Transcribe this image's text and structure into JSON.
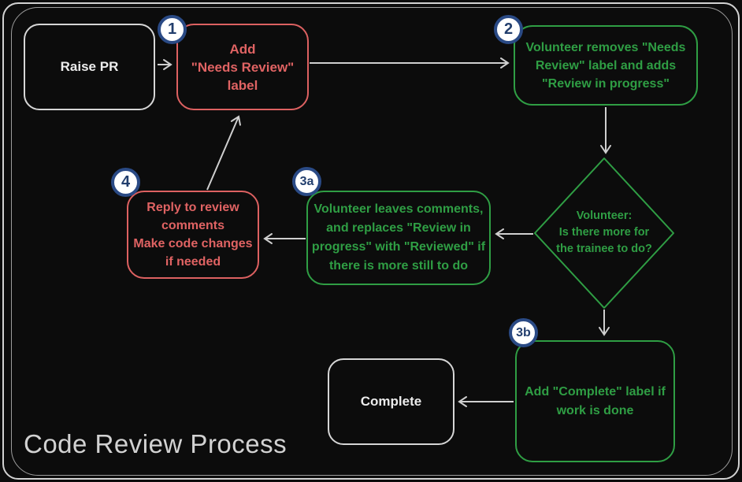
{
  "title": "Code Review Process",
  "colors": {
    "background": "#0c0c0c",
    "frame": "#d2d2d2",
    "red_accent": "#dd6161",
    "green_accent": "#2f9e44",
    "neutral_text": "#ececec",
    "arrow": "#cfcfcf",
    "badge_fill": "#ffffff",
    "badge_border": "#2a4a85",
    "badge_text": "#223e6d"
  },
  "nodes": {
    "raise_pr": {
      "label": "Raise PR"
    },
    "step1": {
      "badge": "1",
      "label": "Add\n\"Needs Review\"\nlabel"
    },
    "step2": {
      "badge": "2",
      "label": "Volunteer removes \"Needs\nReview\" label and adds\n\"Review in progress\""
    },
    "decision": {
      "label": "Volunteer:\nIs there more for\nthe trainee to do?"
    },
    "step3a": {
      "badge": "3a",
      "label": "Volunteer leaves comments,\nand replaces \"Review in\nprogress\" with \"Reviewed\" if\nthere is more still to do"
    },
    "step4": {
      "badge": "4",
      "label": "Reply to review\ncomments\nMake code changes\nif needed"
    },
    "step3b": {
      "badge": "3b",
      "label": "Add \"Complete\" label if\nwork is done"
    },
    "complete": {
      "label": "Complete"
    }
  },
  "edges": [
    {
      "from": "raise_pr",
      "to": "step1"
    },
    {
      "from": "step1",
      "to": "step2"
    },
    {
      "from": "step2",
      "to": "decision"
    },
    {
      "from": "decision",
      "to": "step3a"
    },
    {
      "from": "step3a",
      "to": "step4"
    },
    {
      "from": "step4",
      "to": "step1"
    },
    {
      "from": "decision",
      "to": "step3b"
    },
    {
      "from": "step3b",
      "to": "complete"
    }
  ]
}
